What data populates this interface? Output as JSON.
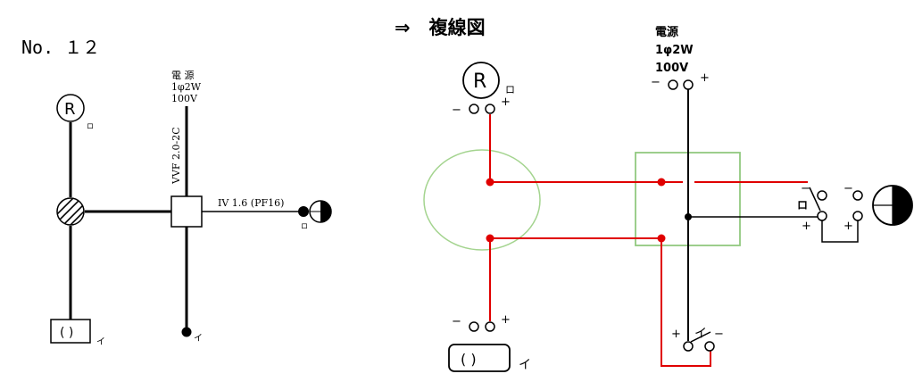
{
  "left": {
    "title": "No. １２",
    "power_line1": "電 源",
    "power_line2": "1φ2W",
    "power_line3": "100V",
    "cable_label": "VVF 2.0-2C",
    "conduit_label": "IV 1.6 (PF16)",
    "lamp_r_letter": "R",
    "lamp_r_tag": "ロ",
    "receptacle_symbol": "( )",
    "receptacle_tag": "イ",
    "switch_tag": "イ",
    "lamp_right_tag": "ロ"
  },
  "right": {
    "title": "⇒　複線図",
    "power_line1": "電源",
    "power_line2": "1φ2W",
    "power_line3": "100V",
    "minus": "−",
    "plus": "+",
    "lamp_r_letter": "R",
    "lamp_r_tag": "ロ",
    "receptacle_symbol": "(   )",
    "receptacle_tag": "イ",
    "switch_ro_tag": "ロ",
    "switch_i_tag": "イ"
  },
  "colors": {
    "wire_red": "#e00000",
    "junction_green": "#92c97f",
    "line_black": "#000000"
  }
}
